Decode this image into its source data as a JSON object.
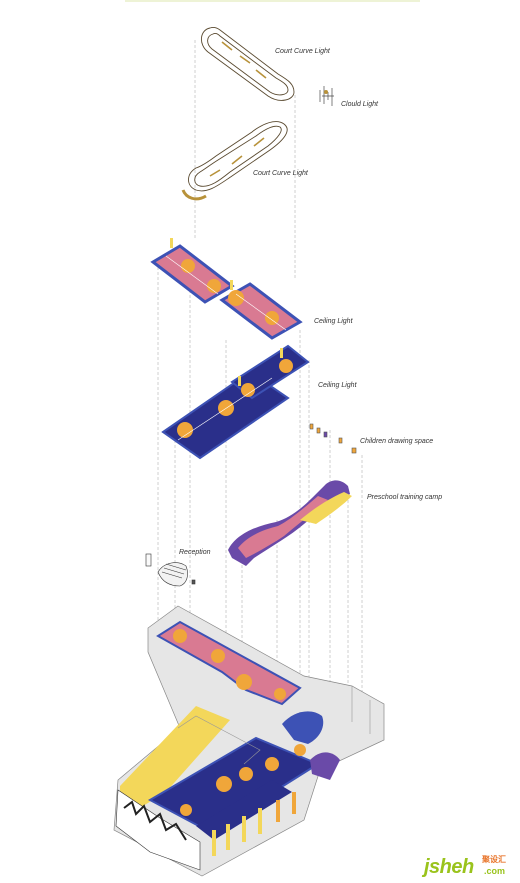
{
  "labels": {
    "court_curve_light_top": "Court Curve Light",
    "cloud_light": "Clould Light",
    "court_curve_light_mid": "Court Curve Light",
    "ceiling_light_1": "Ceiling Light",
    "ceiling_light_2": "Ceiling Light",
    "children_drawing": "Children drawing space",
    "preschool": "Preschool training camp",
    "reception": "Reception"
  },
  "watermark": {
    "brand": "jsheh",
    "chinese": "聚设汇",
    "domain": ".com"
  },
  "colors": {
    "top_rule": "#e9efc9",
    "pink_court": "#d97a92",
    "blue_court": "#2a2f8a",
    "court_border": "#3d52b5",
    "yellow": "#f3d75a",
    "orange_hoop": "#f0a63a",
    "purple": "#6a4aa8",
    "wall_gray": "#e6e6e6",
    "leader_line": "#999999",
    "outline": "#333333",
    "gold_light": "#b8923a"
  }
}
